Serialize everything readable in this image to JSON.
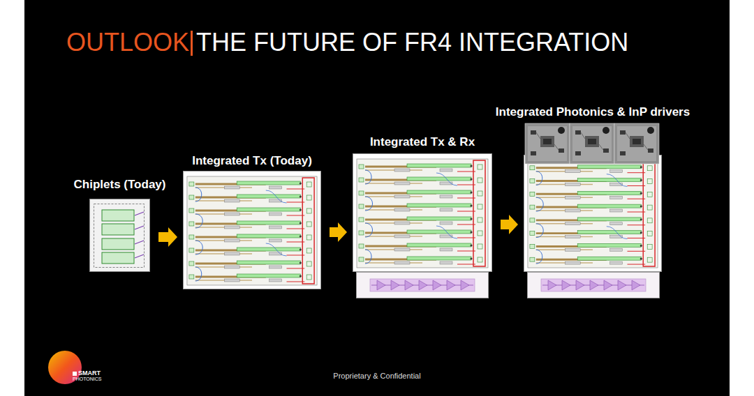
{
  "diagram": {
    "title": "THE FUTURE OF FR4 INTEGRATION",
    "nodes": [
      {
        "text": [
          "Chiplets (Today)"
        ]
      },
      {
        "text": [
          "Integrated Tx (Today)"
        ]
      },
      {
        "text": [
          "Integrated Tx & Rx"
        ]
      },
      {
        "text": [
          "Integrated Photonics & InP drivers"
        ]
      }
    ],
    "edges": [
      {
        "from": 0,
        "to": 1,
        "arrow": "to"
      },
      {
        "from": 1,
        "to": 2,
        "arrow": "to"
      },
      {
        "from": 2,
        "to": 3,
        "arrow": "to"
      }
    ],
    "labels": [
      "OUTLOOK",
      "Proprietary & Confidential",
      "SMART",
      "PHOTONICS"
    ]
  }
}
